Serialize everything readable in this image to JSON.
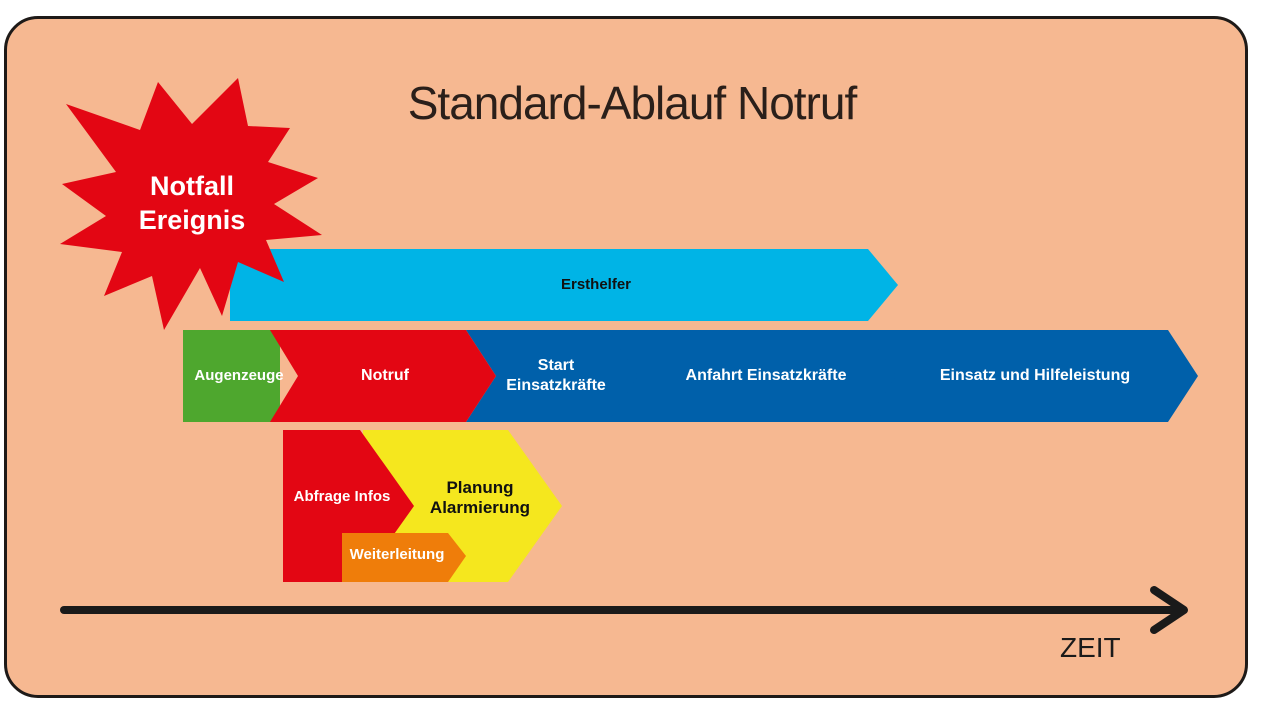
{
  "title": "Standard-Ablauf Notruf",
  "event": {
    "line1": "Notfall",
    "line2": "Ereignis"
  },
  "phases": {
    "ersthelfer": "Ersthelfer",
    "augenzeuge": "Augenzeuge",
    "notruf": "Notruf",
    "start_line1": "Start",
    "start_line2": "Einsatzkräfte",
    "anfahrt": "Anfahrt Einsatzkräfte",
    "einsatz": "Einsatz und Hilfeleistung",
    "abfrage": "Abfrage Infos",
    "planung_line1": "Planung",
    "planung_line2": "Alarmierung",
    "weiterleitung": "Weiterleitung"
  },
  "axis": {
    "label": "ZEIT"
  },
  "colors": {
    "background": "#f6b891",
    "light_blue": "#00b4e6",
    "dark_blue": "#0060aa",
    "red": "#e30613",
    "green": "#4ea72e",
    "yellow": "#f5e71e",
    "orange": "#ef7d0a"
  }
}
